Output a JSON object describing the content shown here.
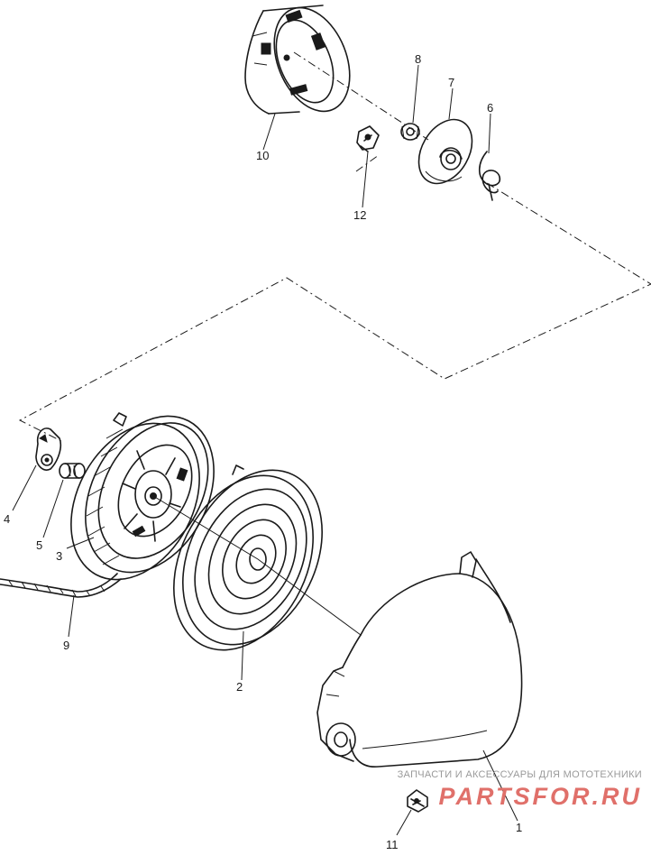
{
  "callouts": {
    "c1": "1",
    "c2": "2",
    "c3": "3",
    "c4": "4",
    "c5": "5",
    "c6": "6",
    "c7": "7",
    "c8": "8",
    "c9": "9",
    "c10": "10",
    "c11": "11",
    "c12": "12"
  },
  "watermark": {
    "tagline": "ЗАПЧАСТИ И АКСЕССУАРЫ ДЛЯ МОТОТЕХНИКИ",
    "brand": "PARTSFOR.RU",
    "color": "#e0706a"
  },
  "colors": {
    "ink": "#1a1a1a",
    "background": "#ffffff"
  }
}
